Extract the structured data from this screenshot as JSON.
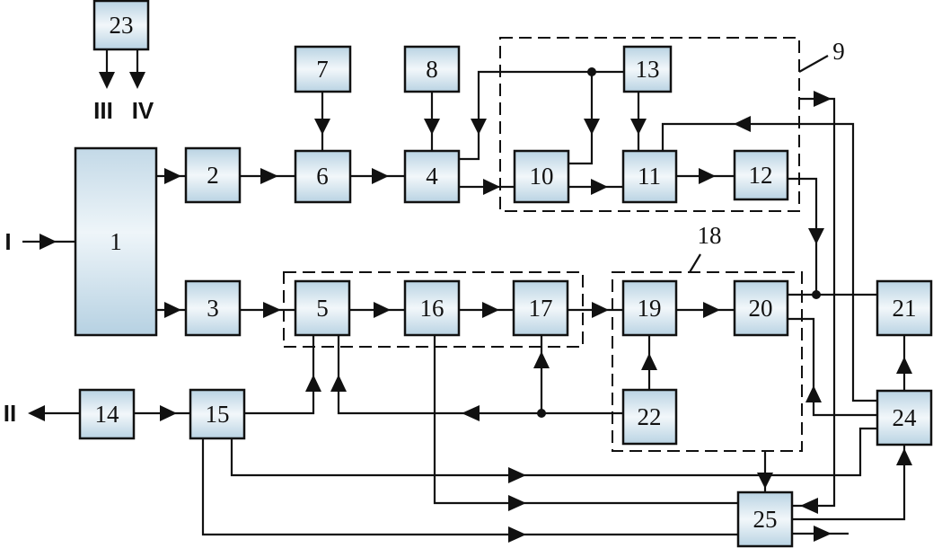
{
  "diagram": {
    "type": "block-diagram",
    "blocks": [
      {
        "id": "1",
        "label": "1"
      },
      {
        "id": "2",
        "label": "2"
      },
      {
        "id": "3",
        "label": "3"
      },
      {
        "id": "4",
        "label": "4"
      },
      {
        "id": "5",
        "label": "5"
      },
      {
        "id": "6",
        "label": "6"
      },
      {
        "id": "7",
        "label": "7"
      },
      {
        "id": "8",
        "label": "8"
      },
      {
        "id": "10",
        "label": "10"
      },
      {
        "id": "11",
        "label": "11"
      },
      {
        "id": "12",
        "label": "12"
      },
      {
        "id": "13",
        "label": "13"
      },
      {
        "id": "14",
        "label": "14"
      },
      {
        "id": "15",
        "label": "15"
      },
      {
        "id": "16",
        "label": "16"
      },
      {
        "id": "17",
        "label": "17"
      },
      {
        "id": "19",
        "label": "19"
      },
      {
        "id": "20",
        "label": "20"
      },
      {
        "id": "21",
        "label": "21"
      },
      {
        "id": "22",
        "label": "22"
      },
      {
        "id": "23",
        "label": "23"
      },
      {
        "id": "24",
        "label": "24"
      },
      {
        "id": "25",
        "label": "25"
      }
    ],
    "groups": [
      {
        "id": "9",
        "label": "9",
        "contains": [
          "10",
          "11",
          "12",
          "13"
        ]
      },
      {
        "id": "18",
        "label": "18",
        "contains": [
          "19",
          "20",
          "22"
        ]
      },
      {
        "id": "unlabeled",
        "label": "",
        "contains": [
          "5",
          "16",
          "17"
        ]
      }
    ],
    "terminals": {
      "input_I": "I",
      "output_II": "II",
      "output_III": "III",
      "output_IV": "IV"
    },
    "colors": {
      "block_fill_top": "#b9d3e3",
      "block_fill_mid": "#f2f7fa",
      "line": "#111111"
    }
  }
}
